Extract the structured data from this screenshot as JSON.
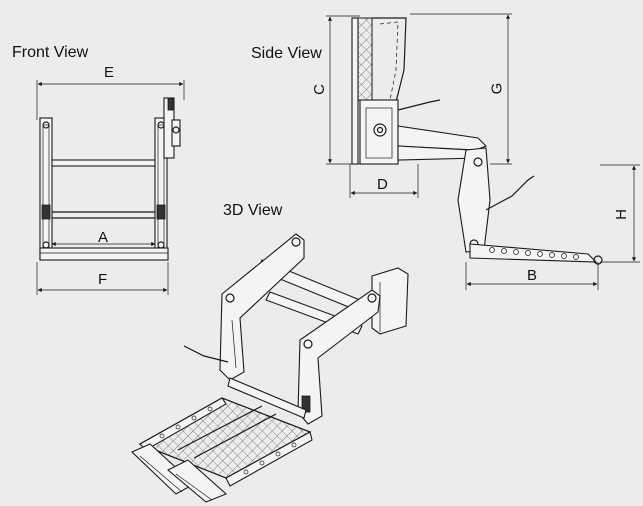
{
  "views": {
    "front": "Front View",
    "side": "Side View",
    "three_d": "3D View"
  },
  "dimensions": {
    "a": "A",
    "b": "B",
    "c": "C",
    "d": "D",
    "e": "E",
    "f": "F",
    "g": "G",
    "h": "H"
  },
  "colors": {
    "background": "#ececec",
    "line": "#1a1a1a"
  }
}
